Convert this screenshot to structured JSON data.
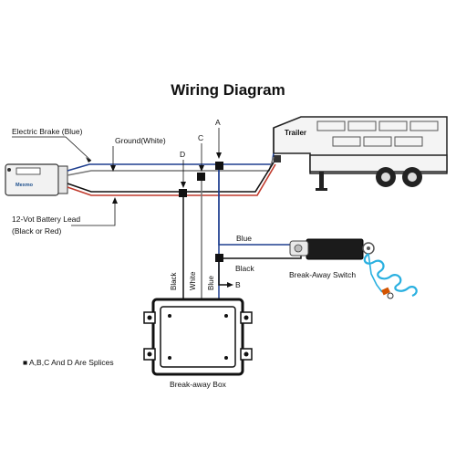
{
  "title": "Wiring Diagram",
  "labels": {
    "electric_brake": "Electric Brake (Blue)",
    "ground": "Ground(White)",
    "battery_lead_line1": "12-Vot Battery Lead",
    "battery_lead_line2": "(Black or Red)",
    "trailer": "Trailer",
    "blue_top": "Blue",
    "black_right": "Black",
    "breakaway_switch": "Break-Away Switch",
    "breakaway_box": "Break-away Box",
    "wire_black": "Black",
    "wire_white": "White",
    "wire_blue": "Blue",
    "legend": "■ A,B,C And D Are Splices"
  },
  "splices": {
    "a": "A",
    "b": "B",
    "c": "C",
    "d": "D"
  },
  "logo_text": "Mexmo",
  "colors": {
    "wire_blue": "#1f3f8f",
    "wire_red": "#c0392b",
    "wire_black": "#111111",
    "switch_cable": "#2ab0e0"
  }
}
